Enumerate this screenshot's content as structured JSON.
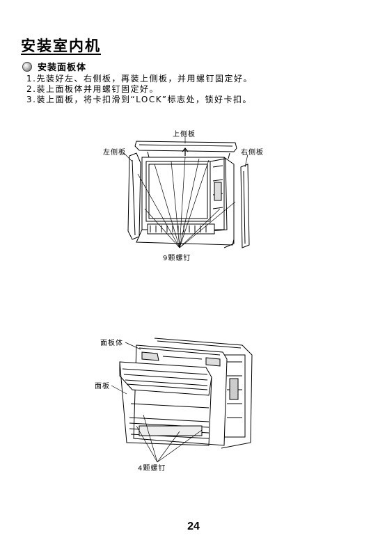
{
  "title": "安装室内机",
  "section": {
    "title": "安装面板体"
  },
  "steps": [
    "1.先装好左、右侧板，再装上侧板，并用螺钉固定好。",
    "2.装上面板体并用螺钉固定好。",
    "3.装上面板，将卡扣滑到“LOCK”标志处，锁好卡扣。"
  ],
  "figure1": {
    "top_panel": "上侧板",
    "left_panel": "左侧板",
    "right_panel": "右侧板",
    "screws": "9颗螺钉"
  },
  "figure2": {
    "panel_body": "面板体",
    "panel": "面板",
    "screws": "4颗螺钉"
  },
  "page_number": "24"
}
